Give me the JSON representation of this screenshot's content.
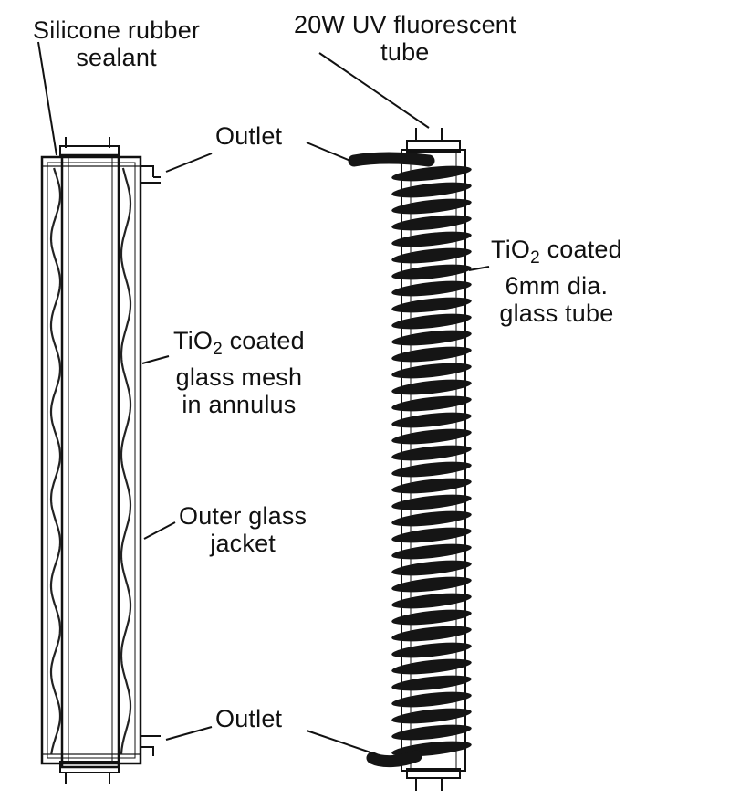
{
  "labels": {
    "silicone_sealant": [
      "Silicone rubber",
      "sealant"
    ],
    "uv_tube": [
      "20W UV fluorescent",
      "tube"
    ],
    "outlet_top": "Outlet",
    "outlet_bottom": "Outlet",
    "tio2_mesh": {
      "line1_prefix": "TiO",
      "line1_sub": "2",
      "line1_suffix": " coated",
      "line2": "glass mesh",
      "line3": "in annulus"
    },
    "outer_jacket": [
      "Outer glass",
      "jacket"
    ],
    "tio2_tube": {
      "line1_prefix": "TiO",
      "line1_sub": "2",
      "line1_suffix": " coated",
      "line2": "6mm dia.",
      "line3": "glass tube"
    }
  },
  "colors": {
    "ink": "#111111",
    "coil": "#151515",
    "paper": "#ffffff"
  },
  "coil_turns": 36
}
